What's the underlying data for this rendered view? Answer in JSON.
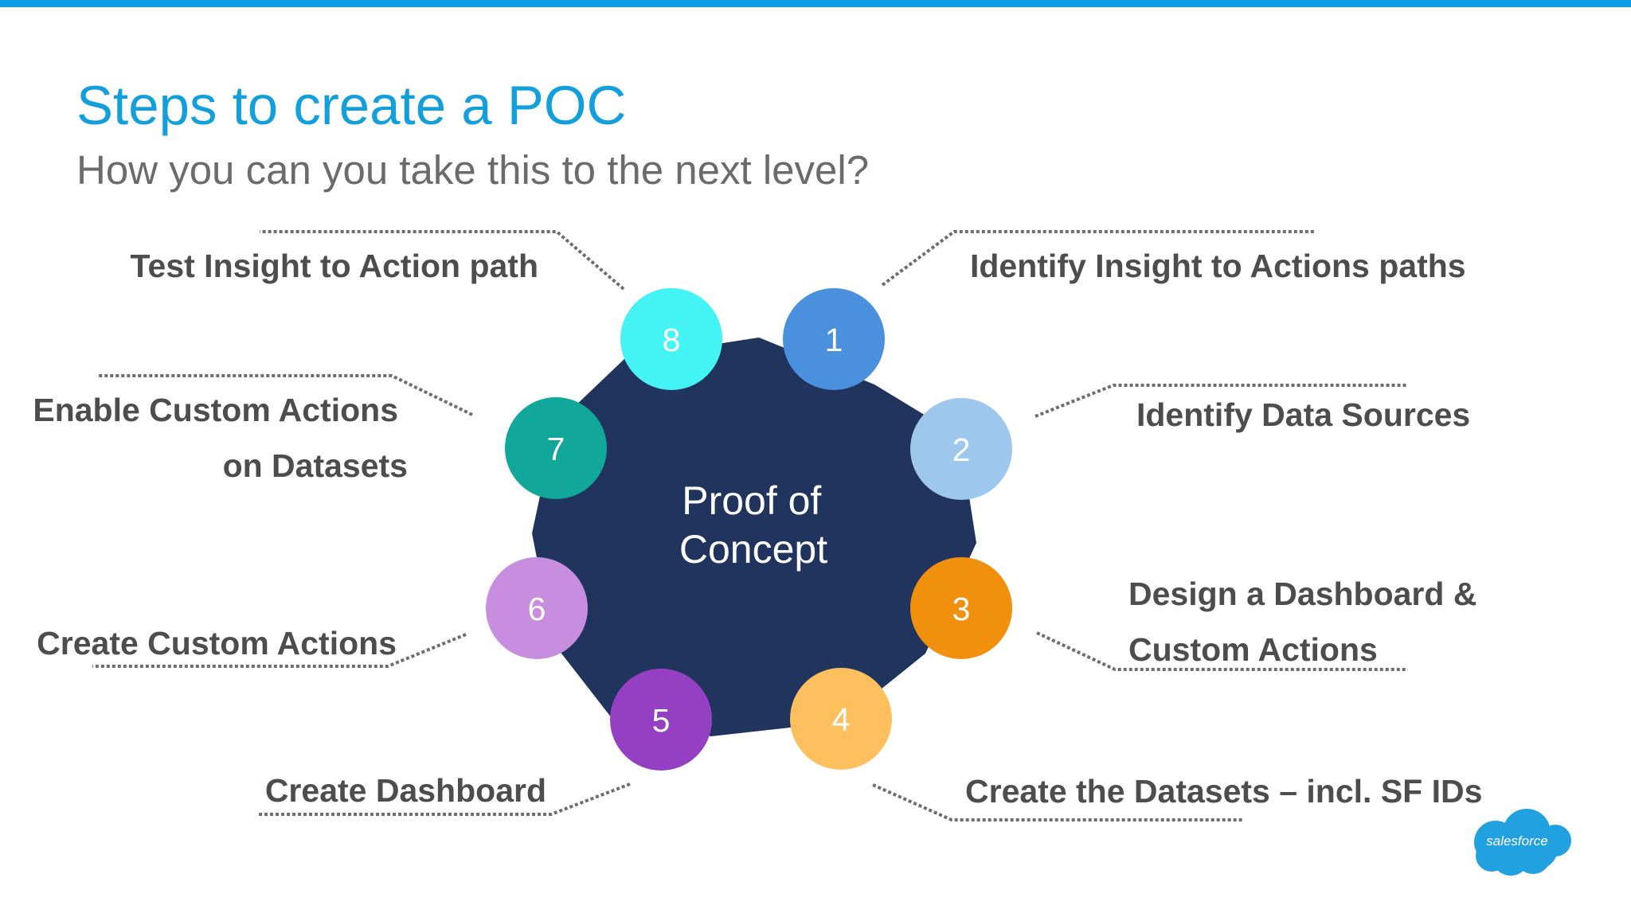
{
  "slide": {
    "title": "Steps to create a POC",
    "subtitle": "How you can you take this to the next level?"
  },
  "diagram": {
    "center_lines": [
      "Proof of",
      "Concept"
    ],
    "center_color": "#21345e",
    "steps": [
      {
        "number": "1",
        "color": "#4a90dd",
        "label_lines": [
          "Identify Insight to Actions paths"
        ]
      },
      {
        "number": "2",
        "color": "#9dc7ec",
        "label_lines": [
          "Identify Data Sources"
        ]
      },
      {
        "number": "3",
        "color": "#f0900c",
        "label_lines": [
          "Design a Dashboard &",
          "Custom Actions"
        ]
      },
      {
        "number": "4",
        "color": "#fec05e",
        "label_lines": [
          "Create the Datasets – incl. SF IDs"
        ]
      },
      {
        "number": "5",
        "color": "#9540c2",
        "label_lines": [
          "Create Dashboard"
        ]
      },
      {
        "number": "6",
        "color": "#c78ddf",
        "label_lines": [
          "Create Custom Actions"
        ]
      },
      {
        "number": "7",
        "color": "#11a79b",
        "label_lines": [
          "Enable Custom Actions",
          "on Datasets"
        ]
      },
      {
        "number": "8",
        "color": "#44f3f4",
        "label_lines": [
          "Test Insight to Action path"
        ]
      }
    ]
  },
  "logo": {
    "text": "salesforce",
    "color": "#22a1e0"
  }
}
